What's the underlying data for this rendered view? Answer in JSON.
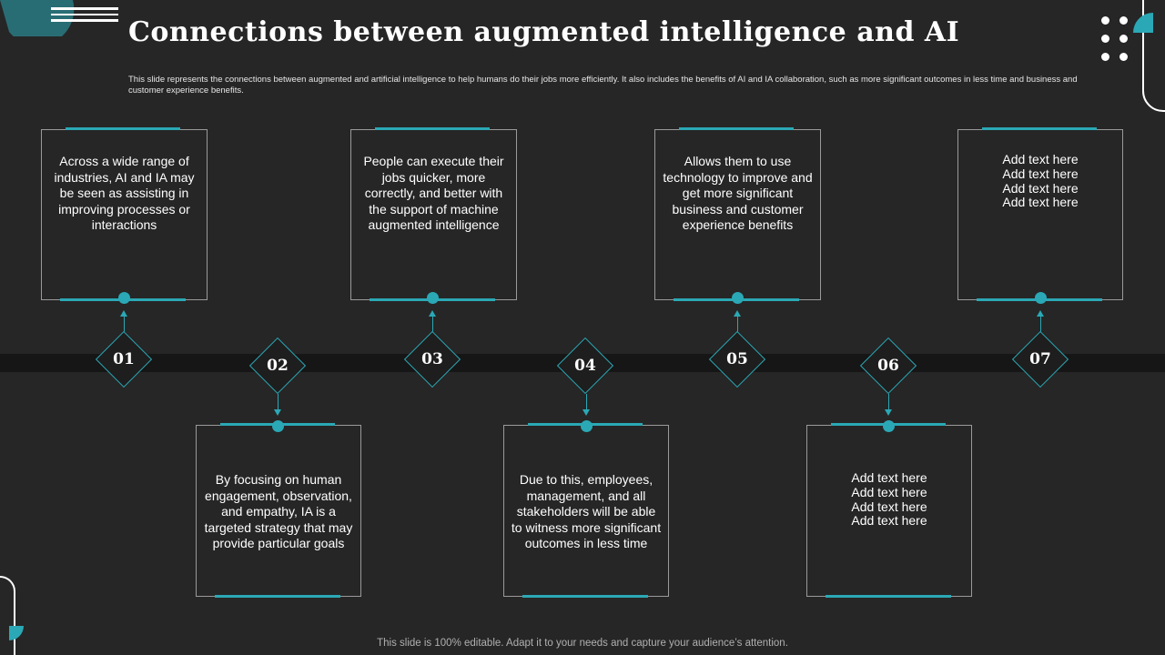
{
  "slide": {
    "title": "Connections between augmented intelligence and AI",
    "subtitle": "This slide represents the connections between augmented and artificial intelligence to help humans do their jobs more efficiently. It also includes the benefits of AI and IA collaboration, such as more significant outcomes in less time and business and customer experience benefits.",
    "footer": "This slide is 100% editable. Adapt it to your needs and capture your audience’s attention."
  },
  "steps": [
    {
      "number": "01",
      "text": "Across a wide range of industries, AI and IA may be seen as assisting in improving processes or interactions"
    },
    {
      "number": "02",
      "text": "By focusing on human engagement, observation, and empathy, IA is a targeted strategy that may provide particular goals"
    },
    {
      "number": "03",
      "text": "People can execute their jobs quicker, more correctly, and better with the support of machine augmented intelligence"
    },
    {
      "number": "04",
      "text": "Due to this, employees, management, and all stakeholders will be able to witness more significant outcomes in less time"
    },
    {
      "number": "05",
      "text": "Allows them to use technology to improve and get more significant business and customer experience benefits"
    },
    {
      "number": "06",
      "text": "Add text here Add text here Add text here Add text here"
    },
    {
      "number": "07",
      "text": "Add text here Add text here Add text here Add text here"
    }
  ],
  "colors": {
    "accent": "#2ba8b5",
    "background": "#262626",
    "band": "#161616"
  }
}
